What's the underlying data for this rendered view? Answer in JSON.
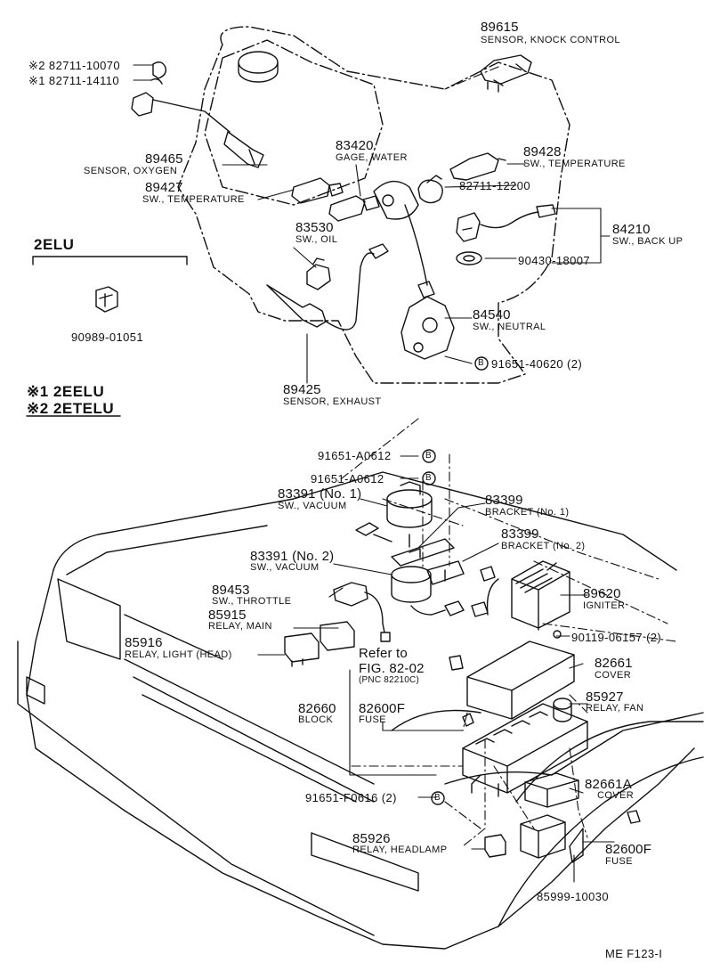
{
  "diagram_code": "ME  F123-I",
  "variants": {
    "elu2": "2ELU",
    "ref1": "※1 2EELU",
    "ref2": "※2 2ETELU"
  },
  "refer": {
    "line1": "Refer to",
    "line2": "FIG. 82-02",
    "line3": "(PNC 82210C)"
  },
  "bolt_symbol": "B",
  "parts": [
    {
      "number": "※2 82711-10070",
      "name": ""
    },
    {
      "number": "※1 82711-14110",
      "name": ""
    },
    {
      "number": "89615",
      "name": "SENSOR, KNOCK CONTROL"
    },
    {
      "number": "83420",
      "name": "GAGE, WATER"
    },
    {
      "number": "89428",
      "name": "SW., TEMPERATURE"
    },
    {
      "number": "89465",
      "name": "SENSOR, OXYGEN"
    },
    {
      "number": "89427",
      "name": "SW., TEMPERATURE"
    },
    {
      "number": "82711-12200",
      "name": ""
    },
    {
      "number": "84210",
      "name": "SW., BACK UP"
    },
    {
      "number": "83530",
      "name": "SW., OIL"
    },
    {
      "number": "90430-18007",
      "name": ""
    },
    {
      "number": "90989-01051",
      "name": ""
    },
    {
      "number": "84540",
      "name": "SW., NEUTRAL"
    },
    {
      "number": "91651-40620 (2)",
      "name": ""
    },
    {
      "number": "89425",
      "name": "SENSOR, EXHAUST"
    },
    {
      "number": "91651-A0612",
      "name": ""
    },
    {
      "number": "91651-A0612",
      "name": ""
    },
    {
      "number": "83391 (No. 1)",
      "name": "SW., VACUUM"
    },
    {
      "number": "83399",
      "name": "BRACKET (No. 1)"
    },
    {
      "number": "83399",
      "name": "BRACKET (No. 2)"
    },
    {
      "number": "83391 (No. 2)",
      "name": "SW., VACUUM"
    },
    {
      "number": "89453",
      "name": "SW., THROTTLE"
    },
    {
      "number": "89620",
      "name": "IGNITER"
    },
    {
      "number": "85915",
      "name": "RELAY, MAIN"
    },
    {
      "number": "90119-06157 (2)",
      "name": ""
    },
    {
      "number": "85916",
      "name": "RELAY, LIGHT (HEAD)"
    },
    {
      "number": "82661",
      "name": "COVER"
    },
    {
      "number": "82660",
      "name": "BLOCK"
    },
    {
      "number": "82600F",
      "name": "FUSE"
    },
    {
      "number": "85927",
      "name": "RELAY, FAN"
    },
    {
      "number": "91651-F0616 (2)",
      "name": ""
    },
    {
      "number": "82661A",
      "name": "COVER"
    },
    {
      "number": "85926",
      "name": "RELAY, HEADLAMP"
    },
    {
      "number": "82600F",
      "name": "FUSE"
    },
    {
      "number": "85999-10030",
      "name": ""
    }
  ]
}
